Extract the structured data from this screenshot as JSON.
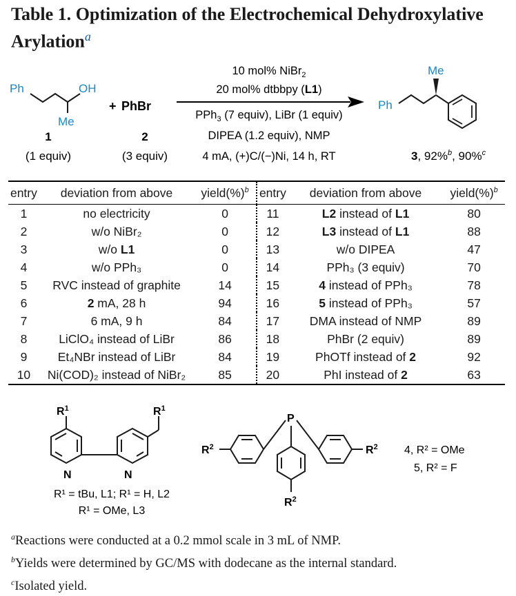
{
  "caption": {
    "label": "Table 1.",
    "title": "Optimization of the Electrochemical Dehydroxylative Arylation",
    "marker": "a"
  },
  "scheme": {
    "reactant1": {
      "ph": "Ph",
      "oh": "OH",
      "me": "Me",
      "number": "1",
      "equiv": "(1 equiv)"
    },
    "plus": "+",
    "reactant2": {
      "formula": "PhBr",
      "number": "2",
      "equiv": "(3 equiv)"
    },
    "conditions_above": [
      "10 mol% NiBr2",
      "20 mol% dtbbpy (L1)"
    ],
    "conditions_below": [
      "PPh3 (7 equiv), LiBr (1 equiv)",
      "DIPEA (1.2 equiv), NMP",
      "4 mA, (+)C/(−)Ni, 14 h, RT"
    ],
    "product": {
      "ph": "Ph",
      "me": "Me",
      "number": "3",
      "yield_gc": "92%",
      "yield_gc_note": "b",
      "yield_iso": "90%",
      "yield_iso_note": "c"
    }
  },
  "table": {
    "headers": {
      "entry": "entry",
      "deviation": "deviation from above",
      "yield": "yield(%)",
      "yield_note": "b"
    },
    "rows": [
      {
        "entry": "1",
        "deviation": "no electricity",
        "yield": "0"
      },
      {
        "entry": "2",
        "deviation": "w/o NiBr₂",
        "yield": "0"
      },
      {
        "entry": "3",
        "deviation": "w/o L1",
        "yield": "0"
      },
      {
        "entry": "4",
        "deviation": "w/o PPh₃",
        "yield": "0"
      },
      {
        "entry": "5",
        "deviation": "RVC instead of graphite",
        "yield": "14"
      },
      {
        "entry": "6",
        "deviation": "2 mA, 28 h",
        "yield": "94"
      },
      {
        "entry": "7",
        "deviation": "6 mA, 9 h",
        "yield": "84"
      },
      {
        "entry": "8",
        "deviation": "LiClO₄ instead of LiBr",
        "yield": "86"
      },
      {
        "entry": "9",
        "deviation": "Et₄NBr instead of LiBr",
        "yield": "84"
      },
      {
        "entry": "10",
        "deviation": "Ni(COD)₂ instead of NiBr₂",
        "yield": "85"
      },
      {
        "entry": "11",
        "deviation": "L2 instead of L1",
        "yield": "80"
      },
      {
        "entry": "12",
        "deviation": "L3 instead of L1",
        "yield": "88"
      },
      {
        "entry": "13",
        "deviation": "w/o DIPEA",
        "yield": "47"
      },
      {
        "entry": "14",
        "deviation": "PPh₃ (3 equiv)",
        "yield": "70"
      },
      {
        "entry": "15",
        "deviation": "4 instead of PPh₃",
        "yield": "78"
      },
      {
        "entry": "16",
        "deviation": "5 instead of PPh₃",
        "yield": "57"
      },
      {
        "entry": "17",
        "deviation": "DMA instead of NMP",
        "yield": "89"
      },
      {
        "entry": "18",
        "deviation": "PhBr (2 equiv)",
        "yield": "89"
      },
      {
        "entry": "19",
        "deviation": "PhOTf instead of 2",
        "yield": "92"
      },
      {
        "entry": "20",
        "deviation": "PhI instead of 2",
        "yield": "63"
      }
    ]
  },
  "ligands": {
    "bipyridine": {
      "r_label": "R",
      "r_sup": "1",
      "n_label": "N",
      "def1": "R¹ = tBu, L1; R¹ = H, L2",
      "def2": "R¹ = OMe, L3"
    },
    "phosphine": {
      "p_label": "P",
      "r_label": "R",
      "r_sup": "2",
      "def4": "4, R² = OMe",
      "def5": "5, R² = F"
    }
  },
  "footnotes": {
    "a": {
      "marker": "a",
      "text": "Reactions were conducted at a 0.2 mmol scale in 3 mL of NMP."
    },
    "b": {
      "marker": "b",
      "text": "Yields were determined by GC/MS with dodecane as the internal standard."
    },
    "c": {
      "marker": "c",
      "text": "Isolated yield."
    }
  },
  "colors": {
    "structure_label": "#1d86c4",
    "arrow": "#000000"
  }
}
